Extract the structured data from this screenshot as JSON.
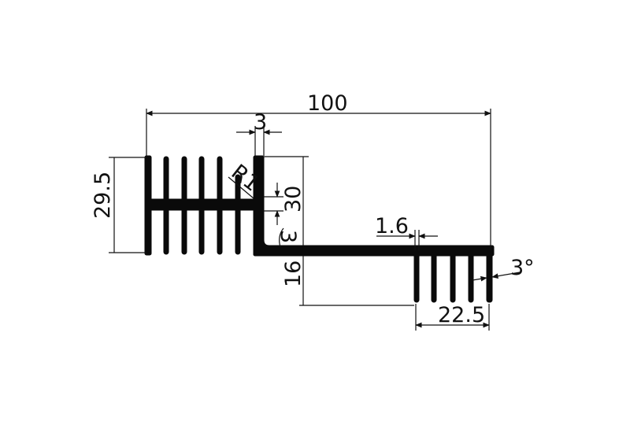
{
  "drawing": {
    "colors": {
      "profile": "#0a0a0a",
      "dimension": "#111111",
      "background": "#ffffff"
    },
    "dimensions": {
      "overall_width": "100",
      "left_height": "29.5",
      "web_thickness": "3",
      "radius": "R1",
      "upper_height": "30",
      "base_thickness": "3",
      "lower_height": "16",
      "fin_thickness": "1.6",
      "fin_pitch_span": "22.5",
      "fin_angle": "3°"
    }
  }
}
